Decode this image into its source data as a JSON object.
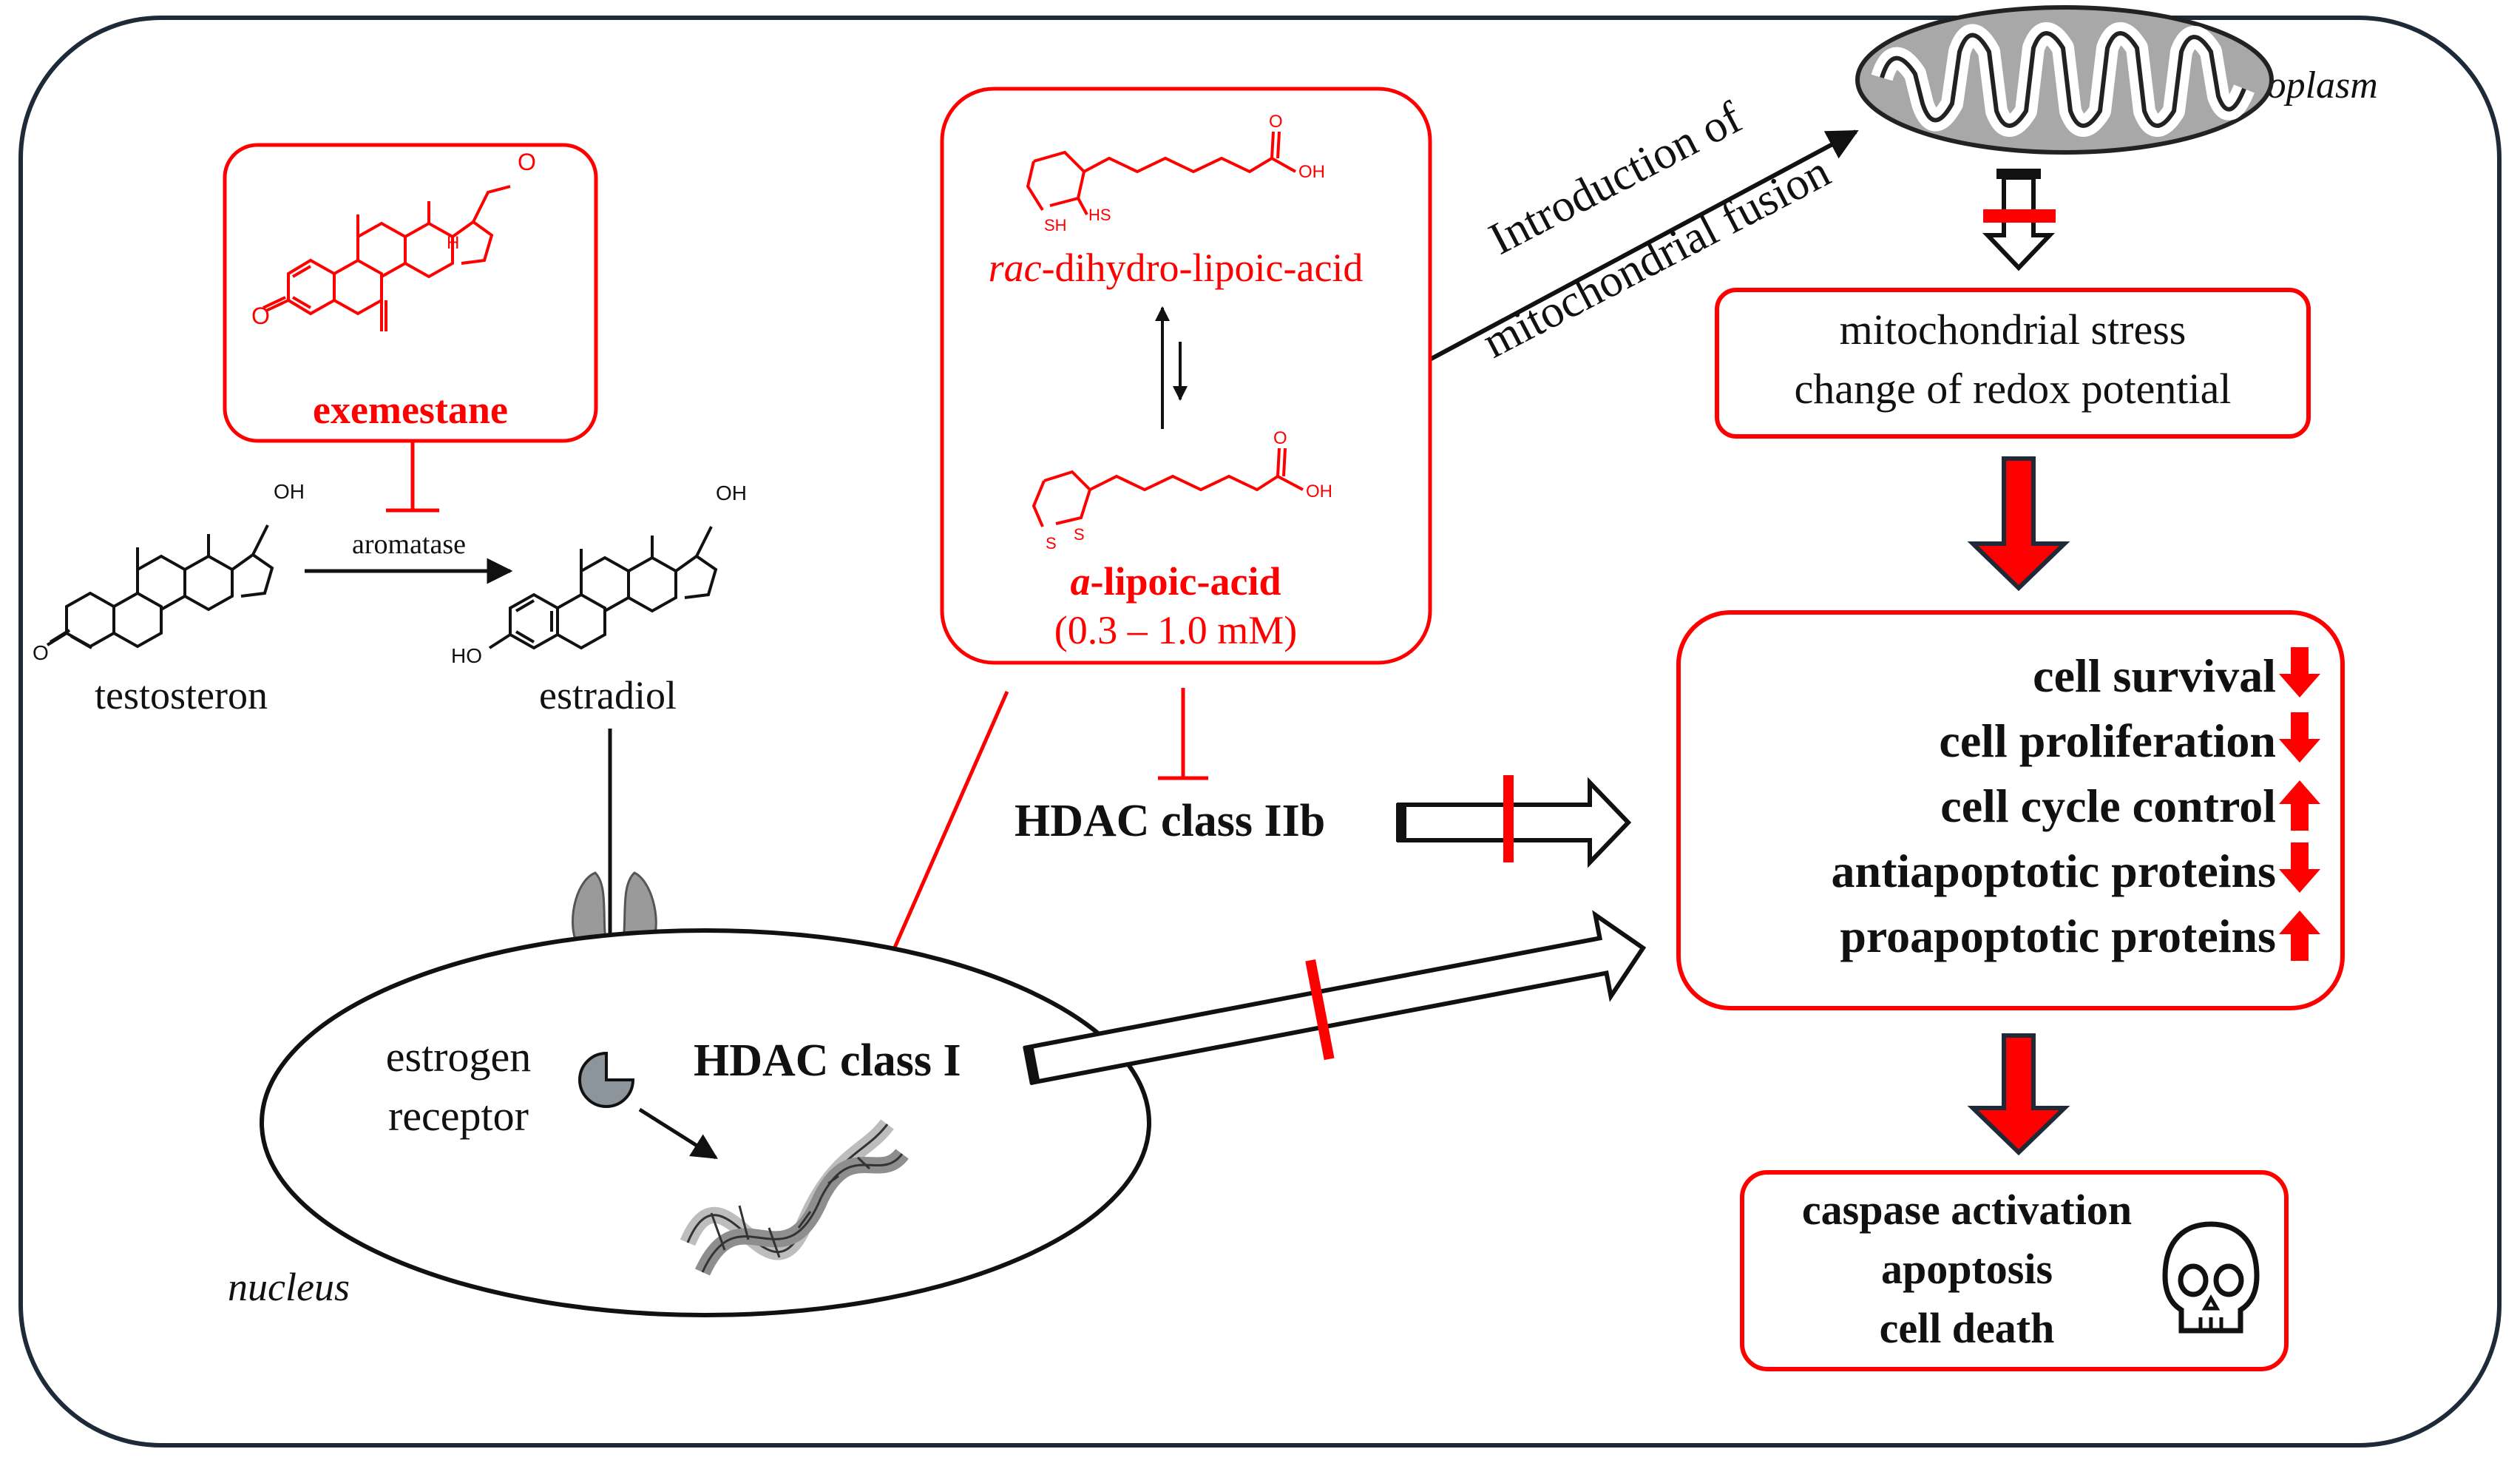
{
  "colors": {
    "red": "#ff0000",
    "ink": "#111111",
    "frame": "#1e2a38",
    "grey": "#9a9a9a",
    "dark_grey": "#555555"
  },
  "labels": {
    "cytoplasm": "cytoplasm",
    "nucleus": "nucleus",
    "fusion_line1": "Introduction of",
    "fusion_line2": "mitochondrial  fusion",
    "aromatase": "aromatase",
    "testosteron": "testosteron",
    "estradiol": "estradiol",
    "exemestane": "exemestane",
    "rac_prefix": "rac",
    "rac_rest": "-dihydro-lipoic-acid",
    "alpha_prefix": "a",
    "alpha_rest": "-lipoic-acid",
    "concentration": "(0.3 – 1.0 mM)",
    "hdac_iib": "HDAC class IIb",
    "hdac_i": "HDAC class I",
    "estrogen": "estrogen",
    "receptor": "receptor",
    "oh": "OH",
    "ho": "HO",
    "o": "O",
    "h": "H",
    "sh": "SH",
    "hs": "HS",
    "s": "S"
  },
  "stress_box": {
    "line1": "mitochondrial  stress",
    "line2": "change of redox potential"
  },
  "outcomes": [
    {
      "label": "cell survival",
      "direction": "down"
    },
    {
      "label": "cell proliferation",
      "direction": "down"
    },
    {
      "label": "cell cycle control",
      "direction": "up"
    },
    {
      "label": "antiapoptotic proteins",
      "direction": "down"
    },
    {
      "label": "proapoptotic proteins",
      "direction": "up"
    }
  ],
  "death_box": {
    "line1": "caspase activation",
    "line2": "apoptosis",
    "line3": "cell  death",
    "icon": "skull-icon"
  }
}
